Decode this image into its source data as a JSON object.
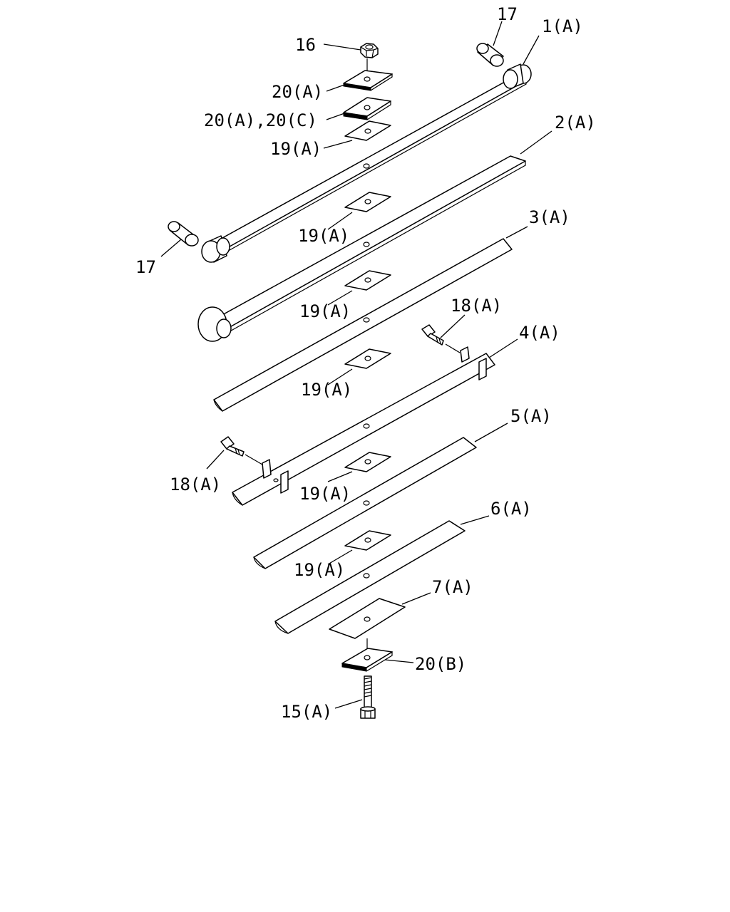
{
  "callouts": {
    "c17_top": "17",
    "c1a": "1(A)",
    "c16": "16",
    "c20a_top": "20(A)",
    "c20ac": "20(A),20(C)",
    "c19a_1": "19(A)",
    "c2a": "2(A)",
    "c17_left": "17",
    "c19a_2": "19(A)",
    "c3a": "3(A)",
    "c19a_3": "19(A)",
    "c18a_right": "18(A)",
    "c4a": "4(A)",
    "c19a_4": "19(A)",
    "c5a": "5(A)",
    "c18a_left": "18(A)",
    "c19a_5": "19(A)",
    "c6a": "6(A)",
    "c19a_6": "19(A)",
    "c7a": "7(A)",
    "c20b": "20(B)",
    "c15a": "15(A)"
  }
}
